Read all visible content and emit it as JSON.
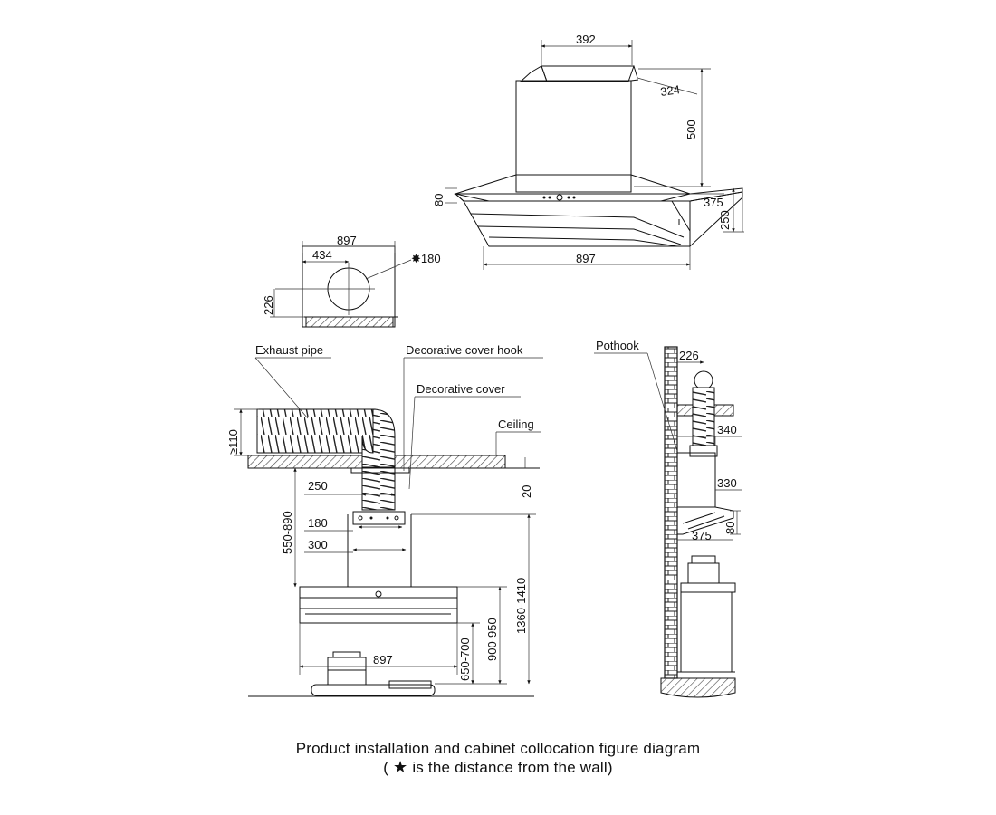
{
  "top_view": {
    "dim_top_width": "392",
    "dim_top_depth": "324",
    "dim_chimney_height": "500",
    "dim_panel_height": "80",
    "dim_depth": "375",
    "dim_body_height": "250",
    "dim_width": "897"
  },
  "plan_view": {
    "dim_width": "897",
    "dim_offset": "434",
    "dim_hole": "✸180",
    "dim_height": "226"
  },
  "front_view": {
    "label_exhaust_pipe": "Exhaust pipe",
    "label_cover_hook": "Decorative cover hook",
    "label_decorative_cover": "Decorative cover",
    "label_ceiling": "Ceiling",
    "dim_min_clearance": "≥110",
    "dim_250": "250",
    "dim_20": "20",
    "dim_180": "180",
    "dim_300": "300",
    "dim_550_890": "550-890",
    "dim_1360_1410": "1360-1410",
    "dim_900_950": "900-950",
    "dim_650_700": "650-700",
    "dim_897": "897"
  },
  "side_view": {
    "label_pothook": "Pothook",
    "dim_226": "226",
    "dim_340": "340",
    "dim_330": "330",
    "dim_80": "80",
    "dim_375": "375"
  },
  "caption": {
    "line1": "Product installation and cabinet collocation figure diagram",
    "line2_open": "(",
    "line2_star": "★",
    "line2_text": " is the distance from the wall",
    "line2_close": ")"
  }
}
